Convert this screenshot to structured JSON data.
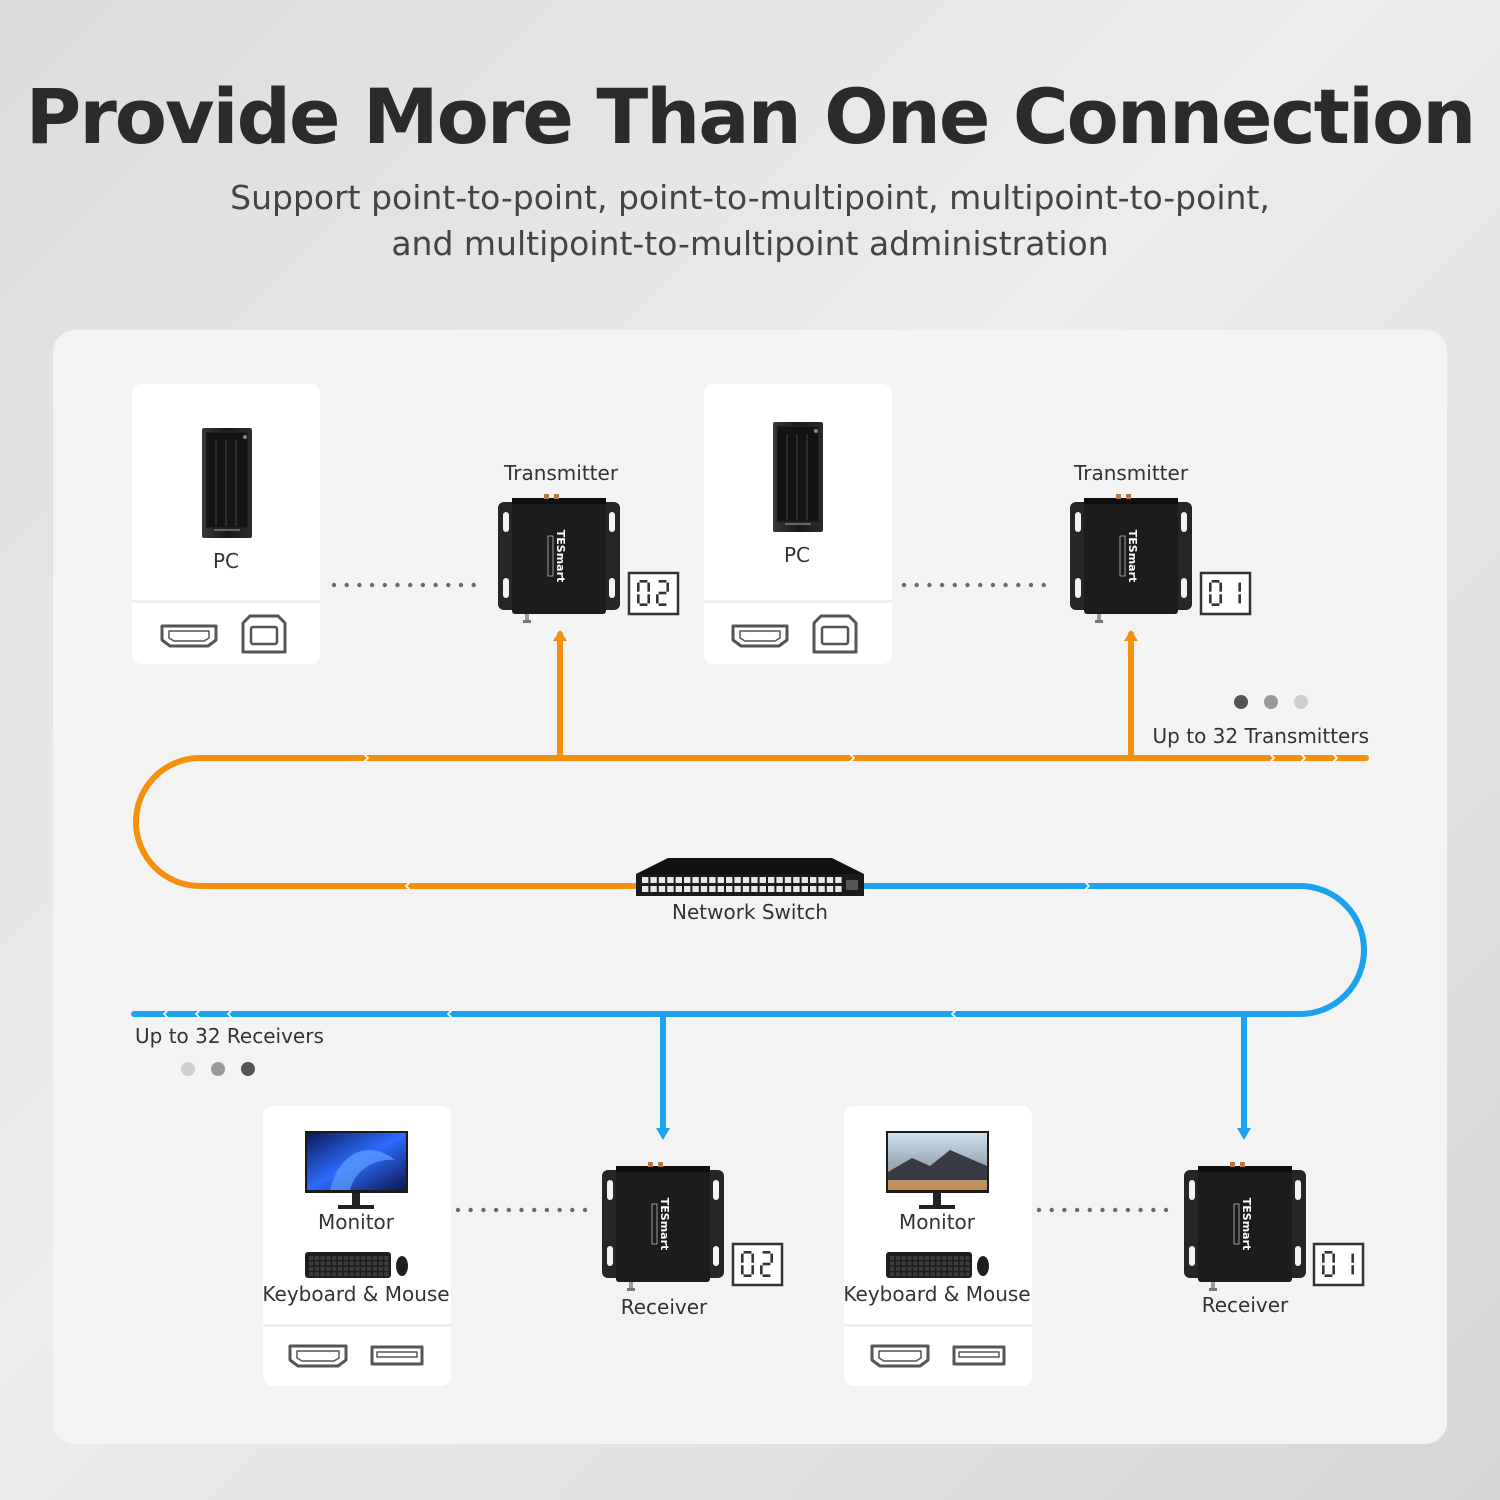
{
  "header": {
    "title": "Provide More Than One Connection",
    "subtitle_line1": "Support point-to-point, point-to-multipoint, multipoint-to-point,",
    "subtitle_line2": "and multipoint-to-multipoint administration"
  },
  "sources": [
    {
      "device_label": "PC",
      "extender_label": "Transmitter",
      "channel": "02"
    },
    {
      "device_label": "PC",
      "extender_label": "Transmitter",
      "channel": "01"
    }
  ],
  "sinks": [
    {
      "display_label": "Monitor",
      "input_label": "Keyboard & Mouse",
      "extender_label": "Receiver",
      "channel": "02"
    },
    {
      "display_label": "Monitor",
      "input_label": "Keyboard & Mouse",
      "extender_label": "Receiver",
      "channel": "01"
    }
  ],
  "switch_label": "Network Switch",
  "transmitters_note": "Up to 32 Transmitters",
  "receivers_note": "Up to 32 Receivers",
  "extender_brand": "TESmart",
  "colors": {
    "transmit_line": "#f5900f",
    "receive_line": "#1ba3ef",
    "device_dark": "#1c1c1c",
    "dot_dark": "#555555",
    "dot_mid": "#999999",
    "dot_light": "#cfcfcf"
  },
  "icons": [
    "pc-tower-icon",
    "hdmi-port-icon",
    "usb-b-port-icon",
    "usb-a-port-icon",
    "monitor-icon",
    "keyboard-icon",
    "mouse-icon",
    "network-switch-icon",
    "extender-box-icon",
    "seven-segment-display-icon"
  ]
}
